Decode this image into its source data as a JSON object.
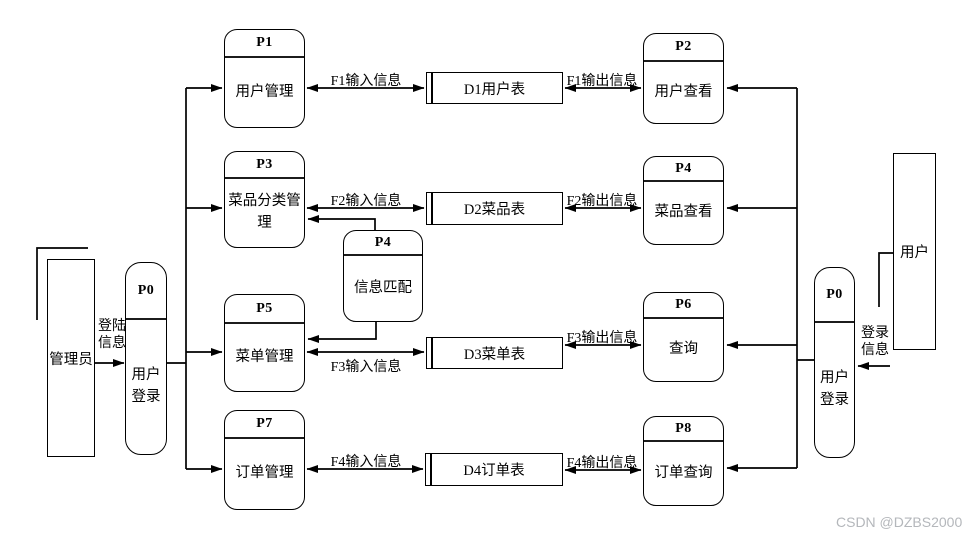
{
  "processes": {
    "p0_left": {
      "code": "P0",
      "name": "用户登录"
    },
    "p0_right": {
      "code": "P0",
      "name": "用户登录"
    },
    "p1": {
      "code": "P1",
      "name": "用户管理"
    },
    "p2": {
      "code": "P2",
      "name": "用户查看"
    },
    "p3": {
      "code": "P3",
      "name": "菜品分类管理"
    },
    "p4_match": {
      "code": "P4",
      "name": "信息匹配"
    },
    "p4_view": {
      "code": "P4",
      "name": "菜品查看"
    },
    "p5": {
      "code": "P5",
      "name": "菜单管理"
    },
    "p6": {
      "code": "P6",
      "name": "查询"
    },
    "p7": {
      "code": "P7",
      "name": "订单管理"
    },
    "p8": {
      "code": "P8",
      "name": "订单查询"
    }
  },
  "stores": {
    "d1": {
      "label": "D1用户表"
    },
    "d2": {
      "label": "D2菜品表"
    },
    "d3": {
      "label": "D3菜单表"
    },
    "d4": {
      "label": "D4订单表"
    }
  },
  "entities": {
    "admin": {
      "label": "管理员"
    },
    "user": {
      "label": "用户"
    }
  },
  "flows": {
    "f1_input": "F1输入信息",
    "f1_output": "F1输出信息",
    "f2_input": "F2输入信息",
    "f2_output": "F2输出信息",
    "f3_input": "F3输入信息",
    "f3_output": "F3输出信息",
    "f4_input": "F4输入信息",
    "f4_output": "F4输出信息",
    "admin_login": "登陆信息",
    "user_login": "登录信息"
  },
  "watermark": {
    "text": "CSDN @DZBS2000",
    "color": "#b4b7bb"
  },
  "line_color": "#000000"
}
